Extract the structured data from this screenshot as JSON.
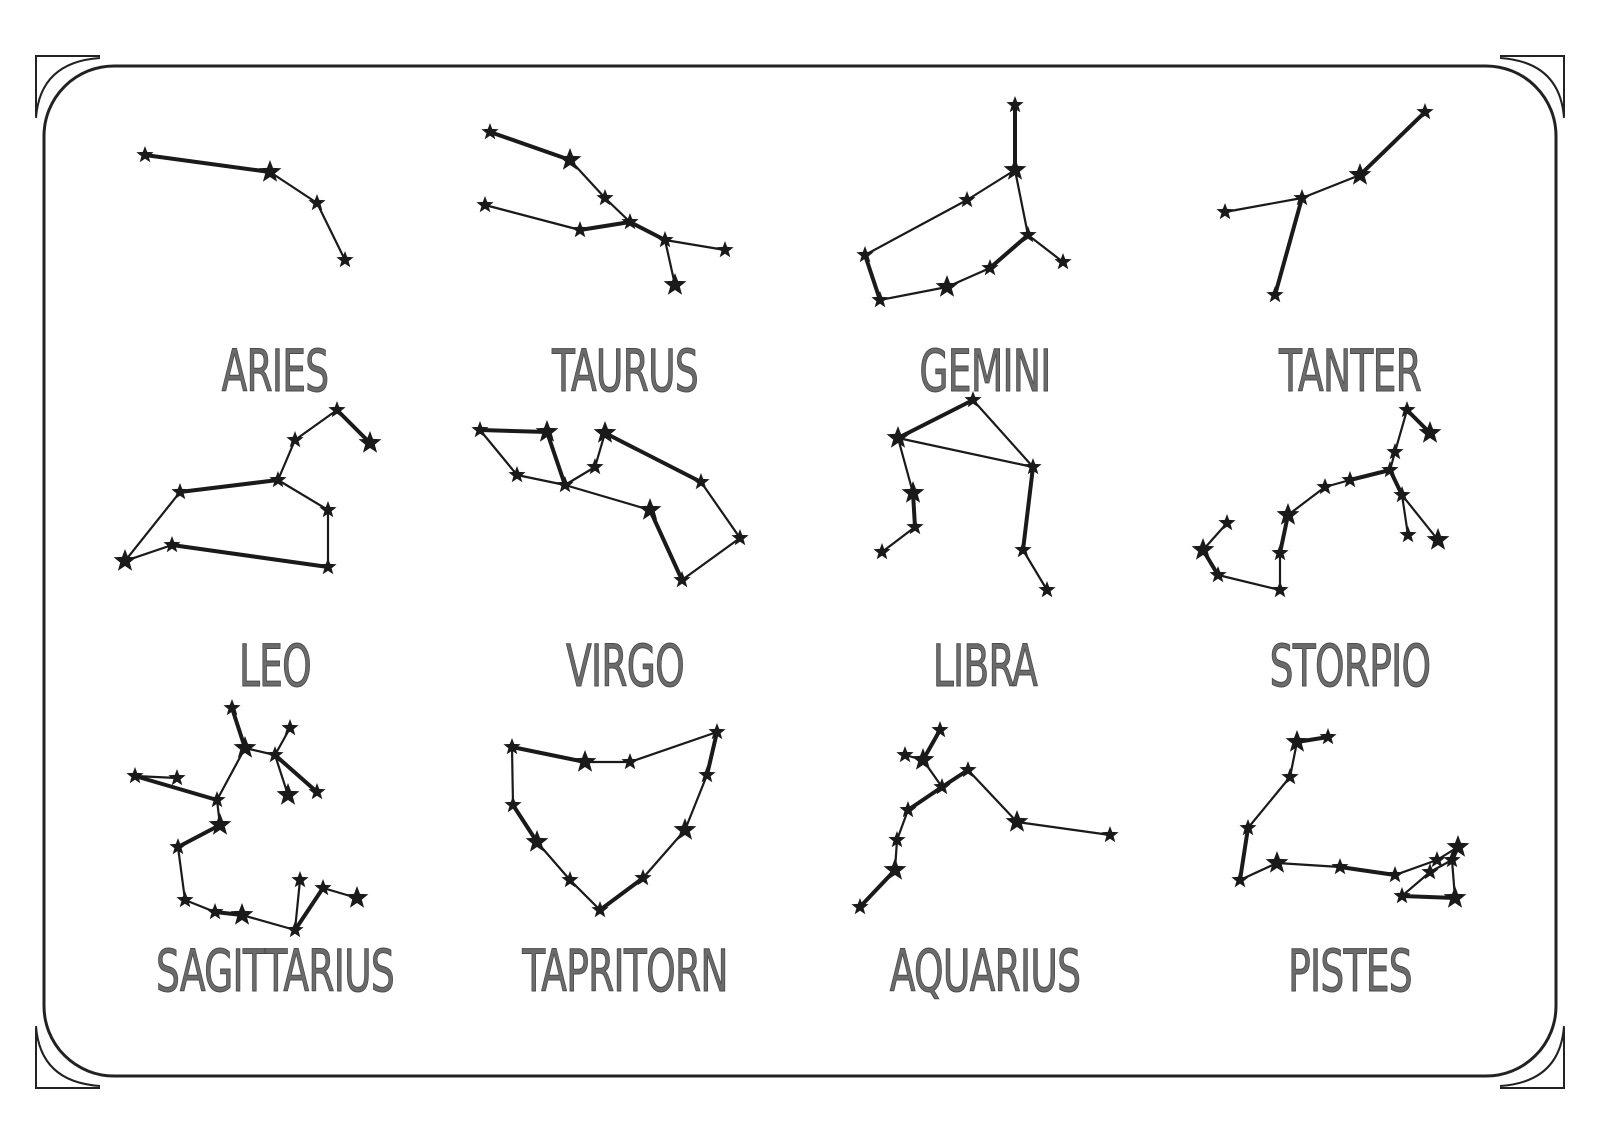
{
  "colors": {
    "ink": "#1a1a1a",
    "label": "#6b6b6b",
    "frame": "#222222"
  },
  "constellations": [
    {
      "name": "ARIES"
    },
    {
      "name": "TAURUS"
    },
    {
      "name": "GEMINI"
    },
    {
      "name": "TANTER"
    },
    {
      "name": "LEO"
    },
    {
      "name": "VIRGO"
    },
    {
      "name": "LIBRA"
    },
    {
      "name": "STORPIO"
    },
    {
      "name": "SAGITTARIUS"
    },
    {
      "name": "TAPRITORN"
    },
    {
      "name": "AQUARIUS"
    },
    {
      "name": "PISTES"
    }
  ]
}
